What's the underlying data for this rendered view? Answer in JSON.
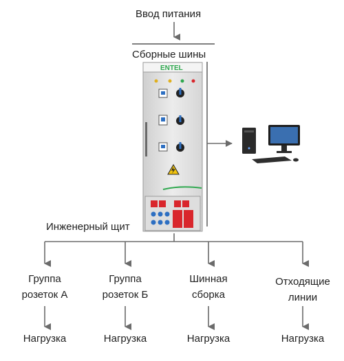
{
  "diagram": {
    "power_input_label": "Ввод питания",
    "busbar_label": "Сборные шины",
    "switchboard_label": "Инженерный щит",
    "brand_label": "ENTEL",
    "branches": [
      {
        "line1": "Группа",
        "line2": "розеток А",
        "load": "Нагрузка"
      },
      {
        "line1": "Группа",
        "line2": "розеток Б",
        "load": "Нагрузка"
      },
      {
        "line1": "Шинная",
        "line2": "сборка",
        "load": "Нагрузка"
      },
      {
        "line1": "Отходящие",
        "line2": "линии",
        "load": "Нагрузка"
      }
    ],
    "colors": {
      "line": "#6b6b6b",
      "cabinet": "#e4e4e4",
      "accent_green": "#2fa84f",
      "socket_red": "#d9262c",
      "socket_blue": "#2d6fc2"
    },
    "icons": [
      "switchboard-cabinet-icon",
      "computer-workstation-icon",
      "high-voltage-warning-icon"
    ]
  }
}
